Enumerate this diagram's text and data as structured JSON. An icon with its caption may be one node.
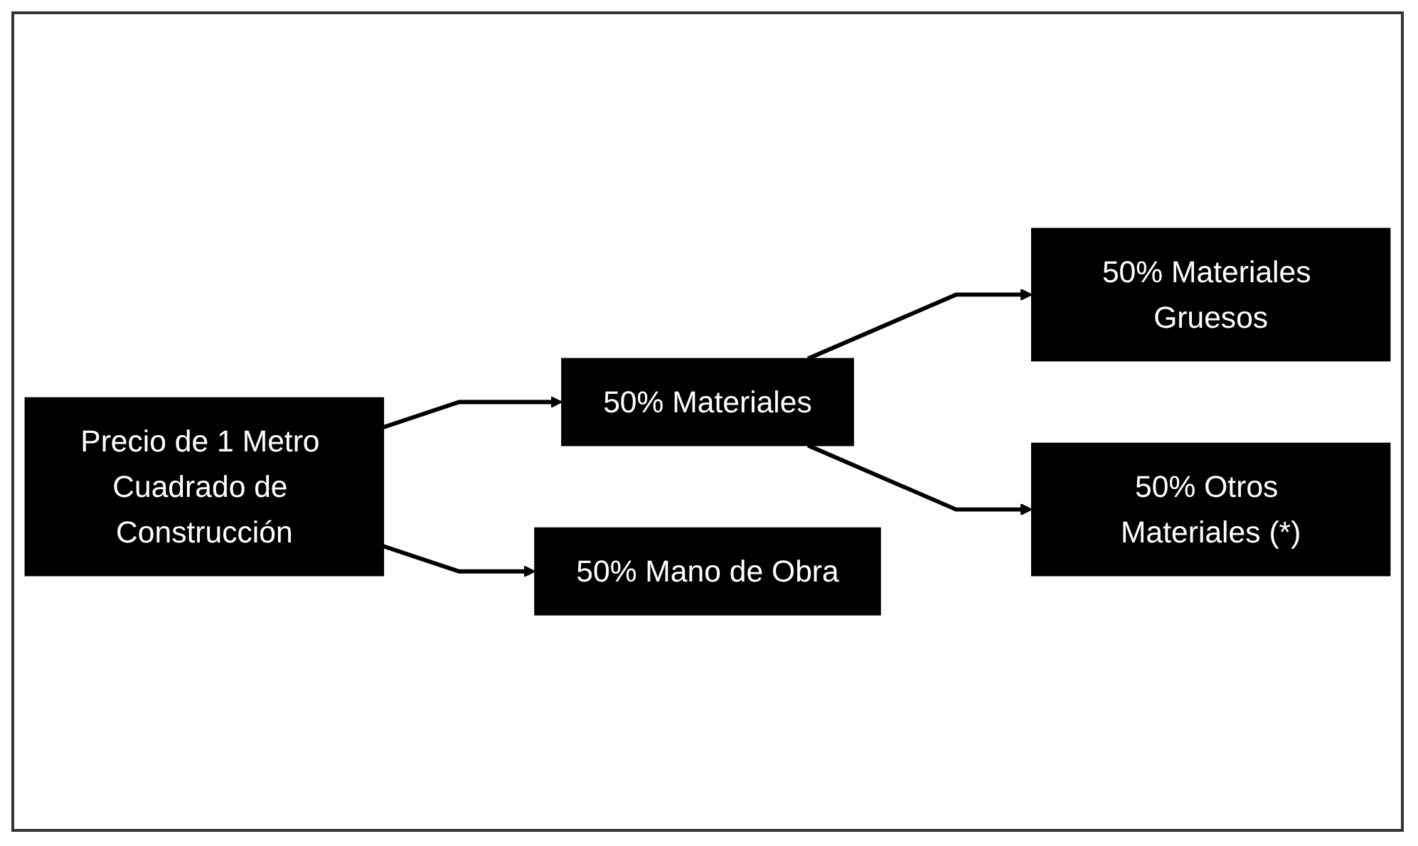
{
  "diagram": {
    "nodes": [
      {
        "text": [
          "Precio de 1 Metro Cuadrado de Construcción"
        ]
      },
      {
        "text": [
          "50% Materiales"
        ]
      },
      {
        "text": [
          "50% Mano de Obra"
        ]
      },
      {
        "text": [
          "50% Materiales Gruesos"
        ]
      },
      {
        "text": [
          "50% Otros Materiales (*)"
        ]
      }
    ],
    "edges": [
      {
        "from": 0,
        "to": 1,
        "arrow": "to"
      },
      {
        "from": 0,
        "to": 2,
        "arrow": "to"
      },
      {
        "from": 1,
        "to": 3,
        "arrow": "to"
      },
      {
        "from": 1,
        "to": 4,
        "arrow": "to"
      }
    ]
  }
}
